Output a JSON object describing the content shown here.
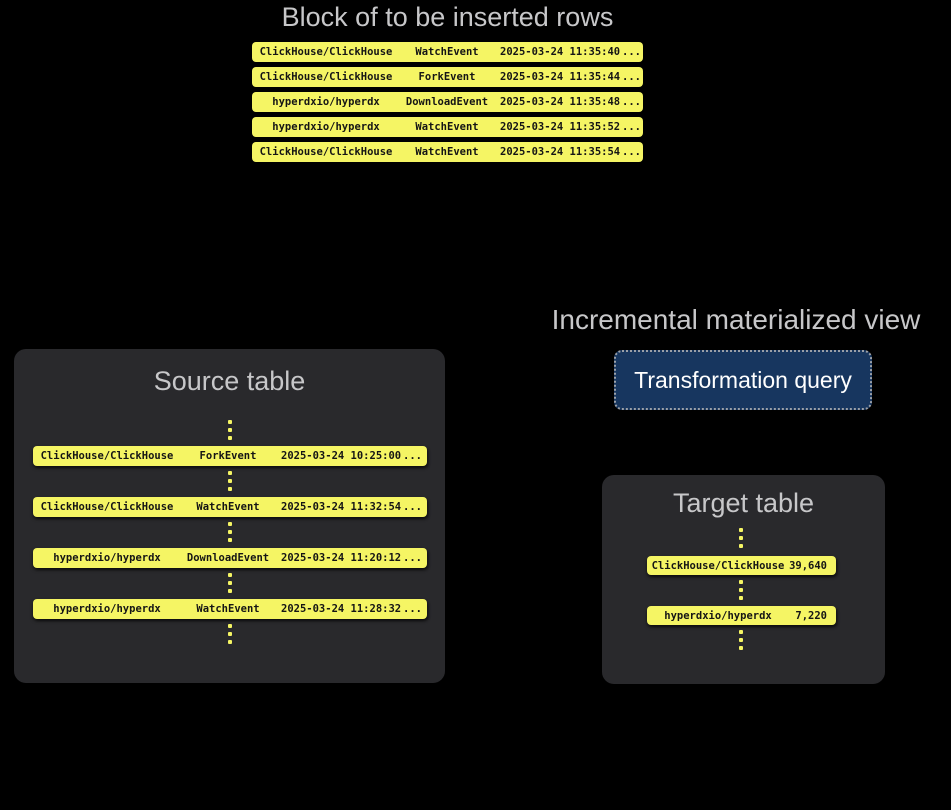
{
  "colors": {
    "background": "#000000",
    "row_yellow": "#F5F564",
    "row_text": "#151515",
    "panel_bg": "#29292C",
    "title_gray": "#C7C7C9",
    "button_bg": "#17365F",
    "button_border": "#9BA0A8",
    "button_text": "#FFFFFF"
  },
  "insert_block": {
    "title": "Block of to be inserted rows",
    "rows": [
      {
        "repo": "ClickHouse/ClickHouse",
        "event": "WatchEvent",
        "timestamp": "2025-03-24 11:35:40",
        "more": "..."
      },
      {
        "repo": "ClickHouse/ClickHouse",
        "event": "ForkEvent",
        "timestamp": "2025-03-24 11:35:44",
        "more": "..."
      },
      {
        "repo": "hyperdxio/hyperdx",
        "event": "DownloadEvent",
        "timestamp": "2025-03-24 11:35:48",
        "more": "..."
      },
      {
        "repo": "hyperdxio/hyperdx",
        "event": "WatchEvent",
        "timestamp": "2025-03-24 11:35:52",
        "more": "..."
      },
      {
        "repo": "ClickHouse/ClickHouse",
        "event": "WatchEvent",
        "timestamp": "2025-03-24 11:35:54",
        "more": "..."
      }
    ]
  },
  "source_table": {
    "title": "Source table",
    "rows": [
      {
        "repo": "ClickHouse/ClickHouse",
        "event": "ForkEvent",
        "timestamp": "2025-03-24 10:25:00",
        "more": "..."
      },
      {
        "repo": "ClickHouse/ClickHouse",
        "event": "WatchEvent",
        "timestamp": "2025-03-24 11:32:54",
        "more": "..."
      },
      {
        "repo": "hyperdxio/hyperdx",
        "event": "DownloadEvent",
        "timestamp": "2025-03-24 11:20:12",
        "more": "..."
      },
      {
        "repo": "hyperdxio/hyperdx",
        "event": "WatchEvent",
        "timestamp": "2025-03-24 11:28:32",
        "more": "..."
      }
    ]
  },
  "materialized_view": {
    "title": "Incremental materialized view",
    "button_label": "Transformation query"
  },
  "target_table": {
    "title": "Target table",
    "rows": [
      {
        "repo": "ClickHouse/ClickHouse",
        "count": "39,640"
      },
      {
        "repo": "hyperdxio/hyperdx",
        "count": "7,220"
      }
    ]
  }
}
